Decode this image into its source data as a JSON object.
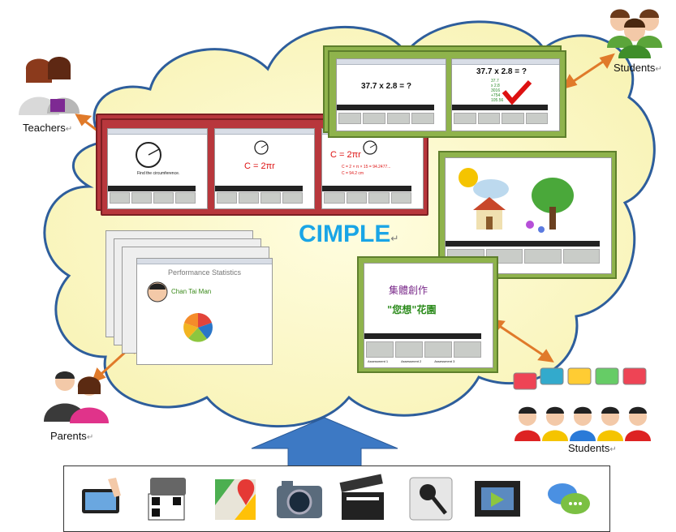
{
  "diagram": {
    "center_title": "CIMPLE",
    "paragraph_mark": "↵",
    "actors": {
      "teachers": "Teachers",
      "students_top": "Students",
      "students_bottom": "Students",
      "parents": "Parents"
    },
    "teacher_panels": {
      "p1_caption": "Find the circumference.",
      "p2_formula": "C = 2πr",
      "p3_formula": "C = 2πr",
      "p3_line1": "C = 2 × π × 15 = 94.2477...",
      "p3_line2": "C = 94.2 cm"
    },
    "student_panels": {
      "p1_equation": "37.7 x 2.8 = ?",
      "p2_equation": "37.7 x 2.8 = ?",
      "p2_work": [
        "37.7",
        "x 2.8",
        "3016",
        "+754",
        "105.56"
      ]
    },
    "performance_panel": {
      "title": "Performance Statistics",
      "student_name": "Chan Tai Man"
    },
    "creative_panel": {
      "line1": "集體創作",
      "line2": "\"您想\"花園",
      "thumbs": [
        "Assessment 1",
        "Assessment 2",
        "Assessment 3"
      ]
    },
    "colors": {
      "cloud_fill": "#fdfbd0",
      "cloud_stroke": "#2e5e9c",
      "teacher_frame": "#b8373c",
      "student_frame": "#8fb34c",
      "arrow": "#e07a2a",
      "title": "#1aa5e6",
      "big_arrow": "#3d79c4"
    },
    "toolbar_icons": [
      "tablet-touch-icon",
      "qr-code-phone-icon",
      "google-maps-icon",
      "camera-icon",
      "clapperboard-icon",
      "microphone-icon",
      "video-film-icon",
      "chat-bubbles-icon"
    ]
  }
}
